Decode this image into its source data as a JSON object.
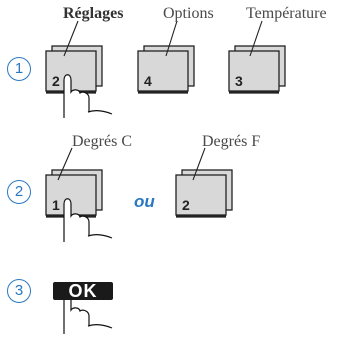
{
  "steps": [
    {
      "number": "1"
    },
    {
      "number": "2"
    },
    {
      "number": "3"
    }
  ],
  "step1": {
    "keys": [
      {
        "label": "Réglages",
        "digit": "2"
      },
      {
        "label": "Options",
        "digit": "4"
      },
      {
        "label": "Température",
        "digit": "3"
      }
    ]
  },
  "step2": {
    "keys": [
      {
        "label": "Degrés C",
        "digit": "1"
      },
      {
        "label": "Degrés F",
        "digit": "2"
      }
    ],
    "separator": "ou"
  },
  "step3": {
    "ok_label": "OK"
  },
  "colors": {
    "accent": "#2b78c2",
    "key_fill": "#d8d8d8",
    "key_border": "#222222",
    "label_text": "#4a4a4a"
  }
}
